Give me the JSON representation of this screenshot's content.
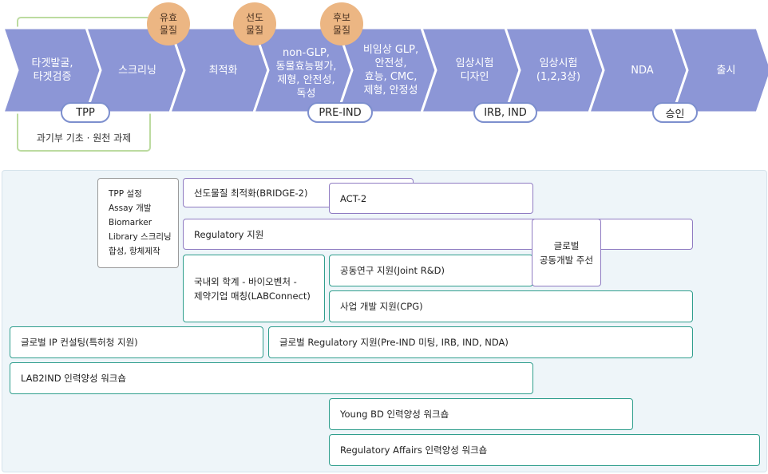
{
  "colors": {
    "chevron": "#8c96d6",
    "circle": "#ecb683",
    "pill_border": "#7d8fce",
    "teal_border": "#2f9e8d",
    "purple_border": "#8f7bc2",
    "gov_border": "#bcdba0",
    "panel_bg": "#eef5f9"
  },
  "stages": [
    {
      "label": "타겟발굴,\n타겟검증"
    },
    {
      "label": "스크리닝"
    },
    {
      "label": "최적화"
    },
    {
      "label": "non-GLP,\n동물효능평가,\n제형, 안전성,\n독성"
    },
    {
      "label": "비임상 GLP,\n안전성,\n효능, CMC,\n제형, 안정성"
    },
    {
      "label": "임상시험\n디자인"
    },
    {
      "label": "임상시험\n(1,2,3상)"
    },
    {
      "label": "NDA"
    },
    {
      "label": "출시"
    }
  ],
  "circles": [
    {
      "label": "유효\n물질"
    },
    {
      "label": "선도\n물질"
    },
    {
      "label": "후보\n물질"
    }
  ],
  "pills": {
    "tpp": "TPP",
    "pre_ind": "PRE-IND",
    "irb_ind": "IRB, IND",
    "approval": "승인"
  },
  "gov_label": "과기부 기초 · 원천 과제",
  "tpp_list": [
    "TPP 설정",
    "Assay 개발",
    "Biomarker",
    "Library 스크리닝",
    "합성, 항체제작"
  ],
  "programs": {
    "bridge": "선도물질 최적화(BRIDGE-2)",
    "act2": "ACT-2",
    "regulatory": "Regulatory 지원",
    "global_codev": "글로벌\n공동개발 주선",
    "labconnect": "국내외 학계 - 바이오벤처 -\n제약기업 매칭(LABConnect)",
    "joint_rd": "공동연구 지원(Joint R&D)",
    "cpg": "사업 개발 지원(CPG)",
    "global_ip": "글로벌 IP 컨설팅(특허청 지원)",
    "global_reg": "글로벌 Regulatory 지원(Pre-IND  미팅, IRB, IND, NDA)",
    "lab2ind": "LAB2IND 인력양성 워크숍",
    "young_bd": "Young BD 인력양성 워크숍",
    "ra_workshop": "Regulatory Affairs 인력양성 워크숍"
  }
}
